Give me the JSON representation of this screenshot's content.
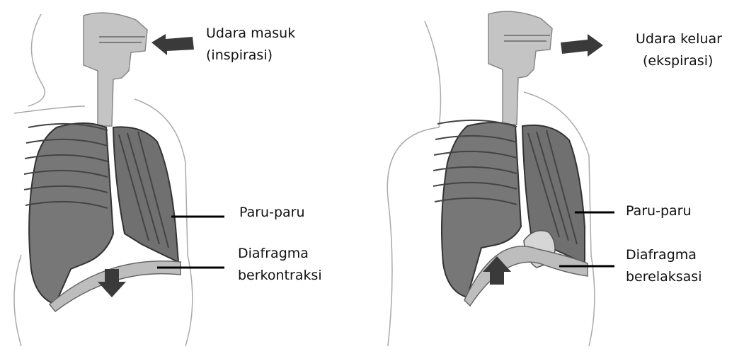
{
  "inspiration": {
    "air_label_line1": "Udara masuk",
    "air_label_line2": "(inspirasi)",
    "lungs_label": "Paru-paru",
    "diaphragm_label_line1": "Diafragma",
    "diaphragm_label_line2": "berkontraksi"
  },
  "expiration": {
    "air_label_line1": "Udara keluar",
    "air_label_line2": "(ekspirasi)",
    "lungs_label": "Paru-paru",
    "diaphragm_label_line1": "Diafragma",
    "diaphragm_label_line2": "berelaksasi"
  },
  "colors": {
    "lung": "#777777",
    "lung_dark": "#444444",
    "airway": "#c4c4c4",
    "arrow": "#3a3a3a",
    "outline": "#999999"
  }
}
